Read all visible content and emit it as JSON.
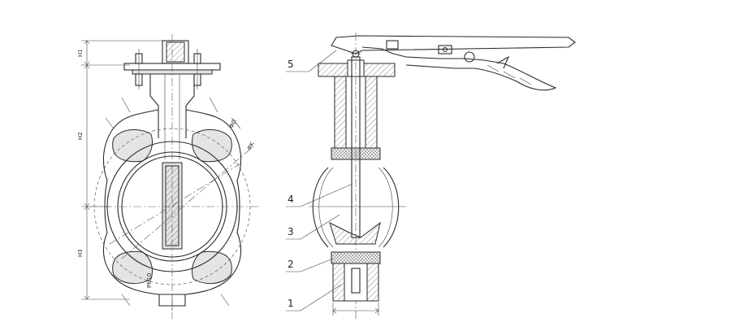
{
  "front_view": {
    "dimensions": [
      "H1",
      "H2",
      "H3"
    ],
    "diameters": [
      "ΦD",
      "ΦK"
    ],
    "pressure_mark": "PN10"
  },
  "side_view": {
    "part_labels": [
      "5",
      "4",
      "3",
      "2",
      "1"
    ]
  }
}
